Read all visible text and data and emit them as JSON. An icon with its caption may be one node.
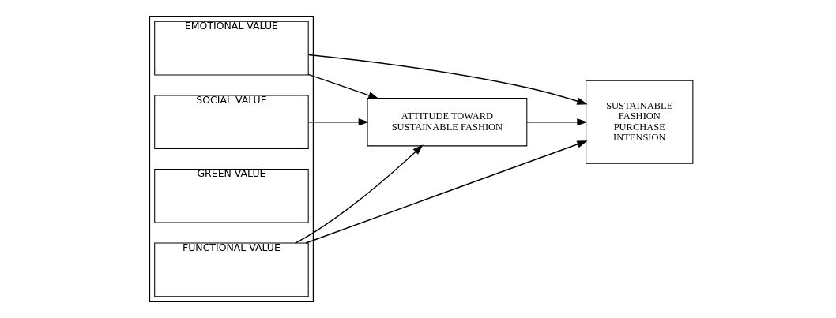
{
  "diagram": {
    "nodes": [
      {
        "text": [],
        "shape": "box"
      },
      {
        "text": [
          "EMOTIONAL VALUE"
        ],
        "in": 0
      },
      {
        "text": [
          "SOCIAL VALUE"
        ],
        "in": 0
      },
      {
        "text": [
          "GREEN VALUE"
        ],
        "in": 0
      },
      {
        "text": [
          "FUNCTIONAL VALUE"
        ],
        "in": 0
      },
      {
        "text": [
          "ATTITUDE TOWARD SUSTAINABLE FASHION"
        ]
      },
      {
        "text": [
          "SUSTAINABLE FASHION PURCHASE INTENSION"
        ]
      }
    ],
    "edges": [
      {
        "from": 1,
        "to": 5,
        "arrow": "to"
      },
      {
        "from": 1,
        "to": 6,
        "arrow": "to"
      },
      {
        "from": 2,
        "to": 5,
        "arrow": "to"
      },
      {
        "from": 4,
        "to": 5,
        "arrow": "to"
      },
      {
        "from": 5,
        "to": 6,
        "arrow": "to"
      },
      {
        "from": 4,
        "to": 6,
        "arrow": "to"
      }
    ]
  }
}
